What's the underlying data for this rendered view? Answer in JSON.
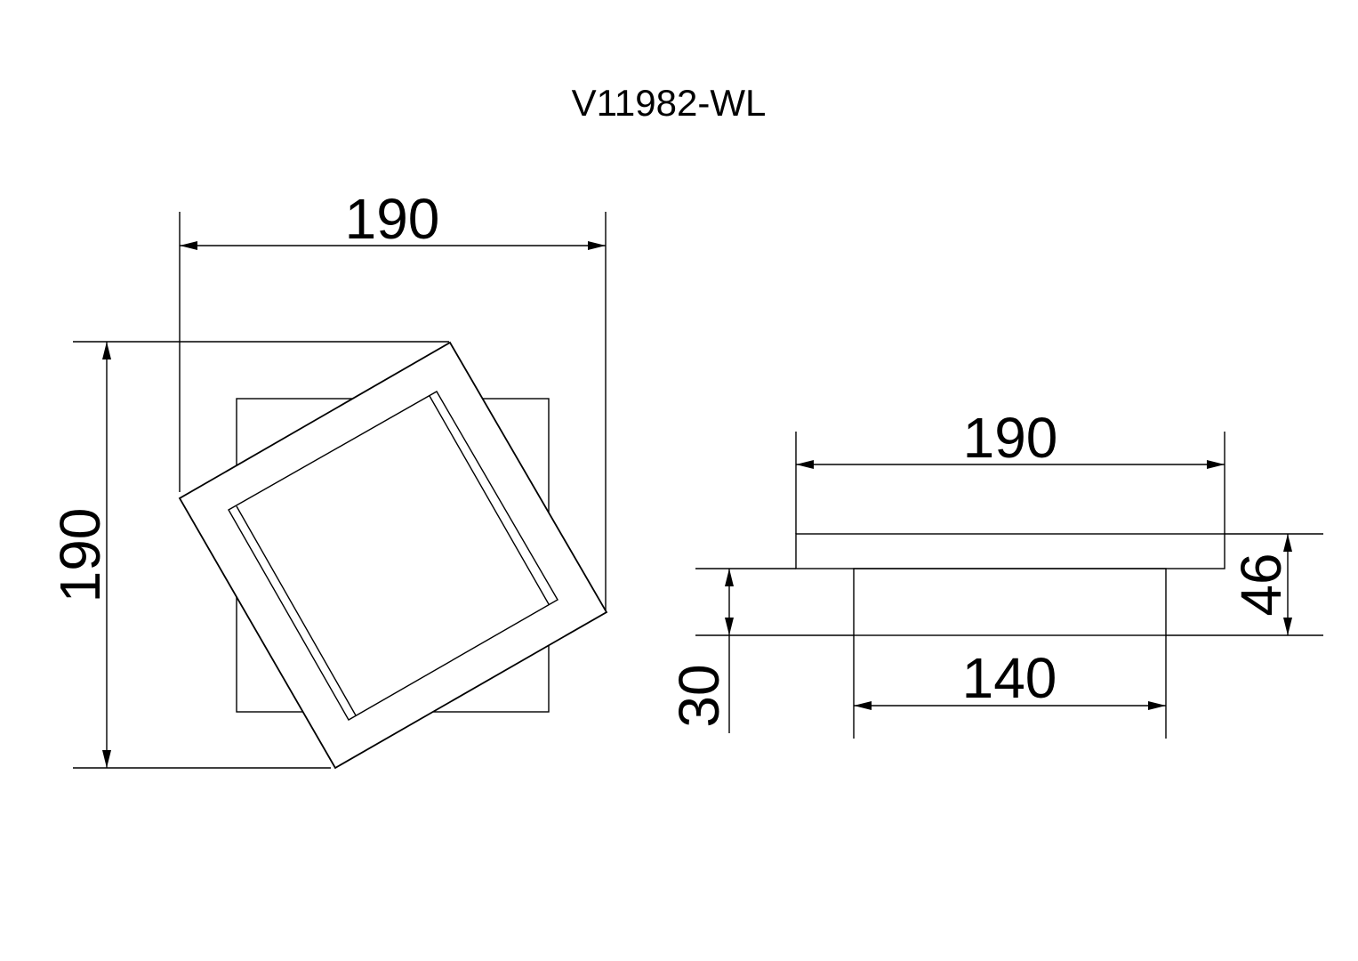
{
  "title": "V11982-WL",
  "front_view": {
    "width_label": "190",
    "height_label": "190"
  },
  "side_view": {
    "width_label": "190",
    "base_width_label": "140",
    "total_depth_label": "46",
    "base_depth_label": "30"
  },
  "colors": {
    "line": "#000000",
    "background": "#ffffff"
  }
}
